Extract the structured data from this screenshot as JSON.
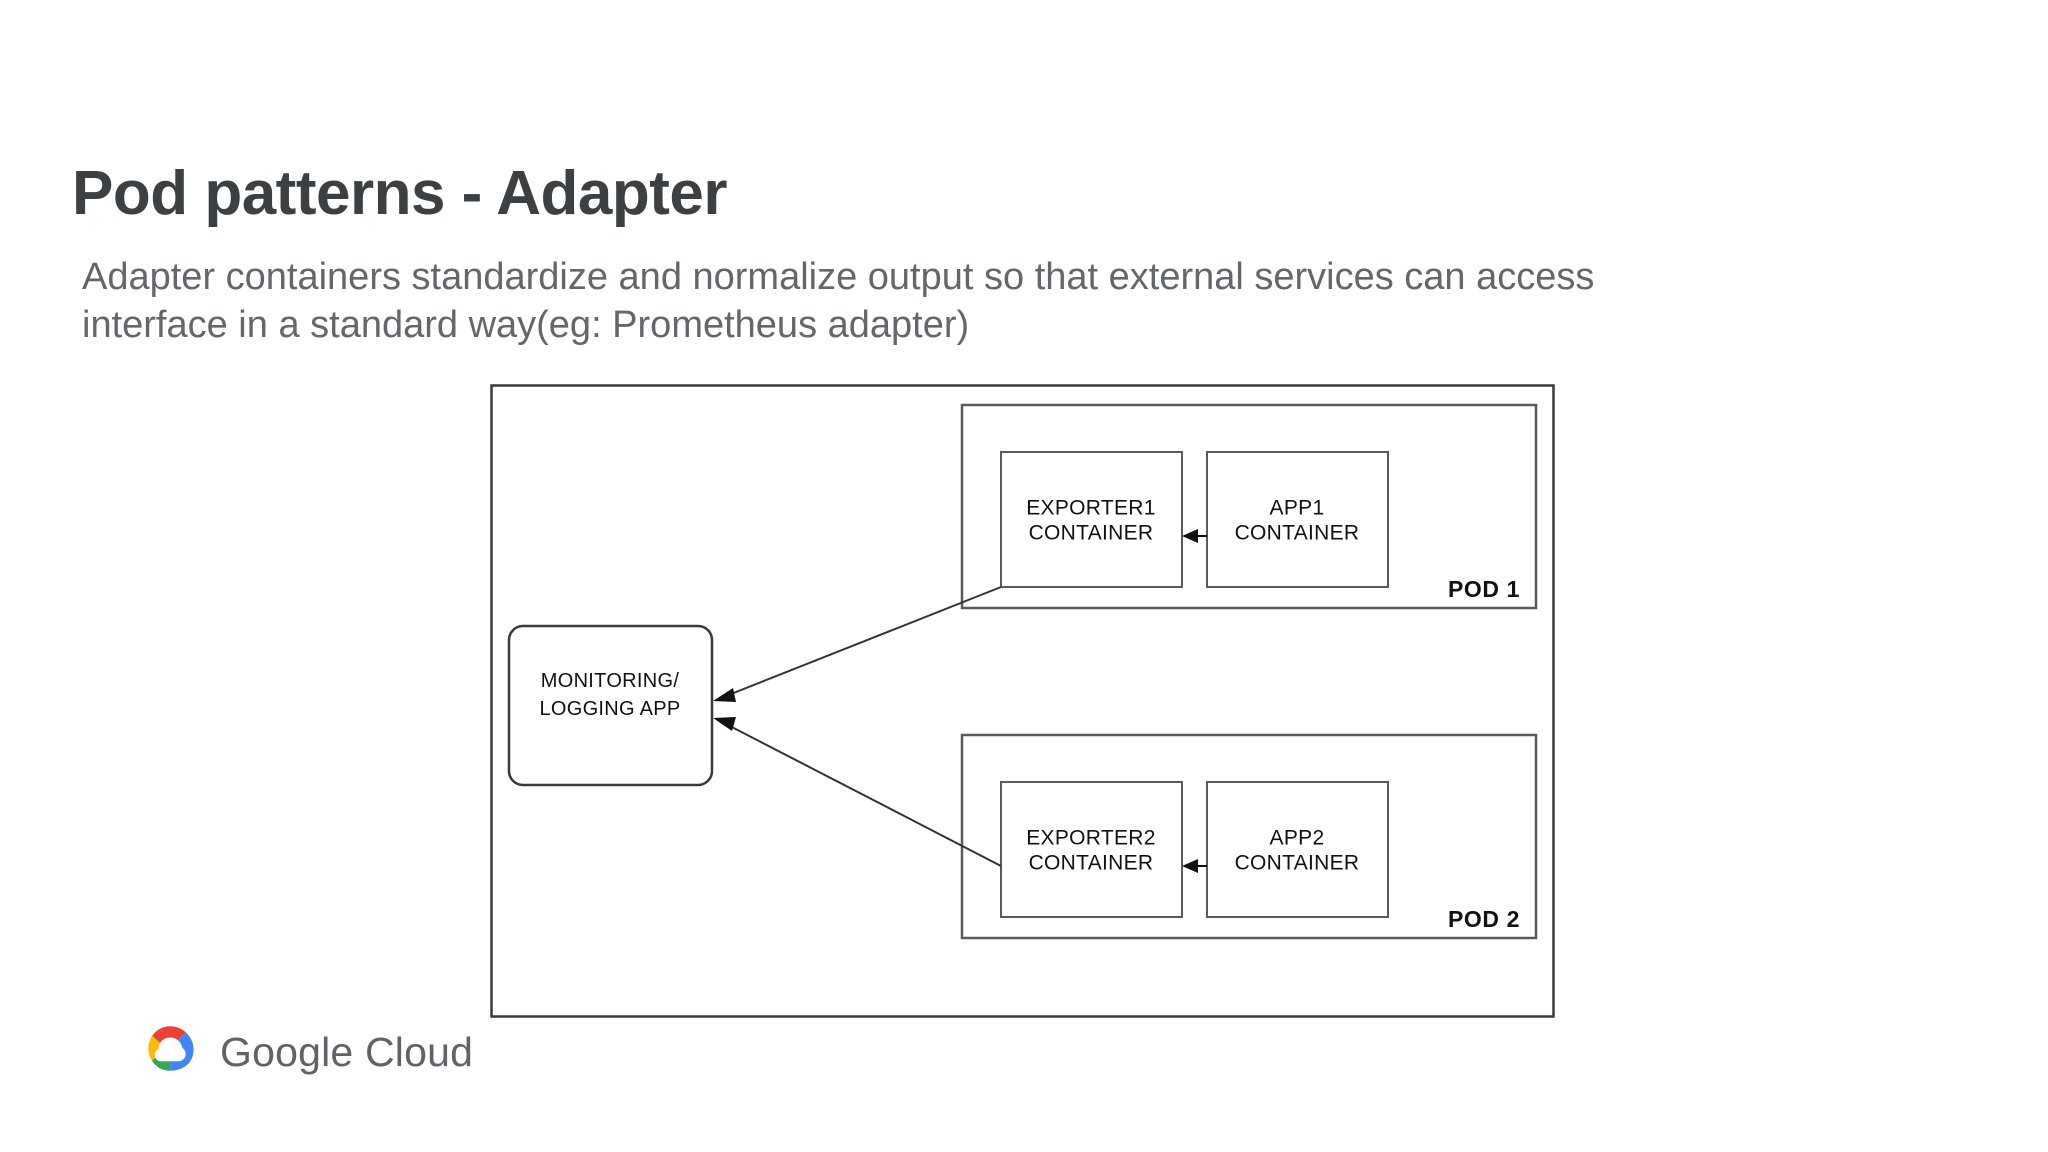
{
  "slide": {
    "title": "Pod patterns - Adapter",
    "subtitle_line1": "Adapter containers standardize and normalize output so that external services can access",
    "subtitle_line2": "interface in a standard way(eg: Prometheus adapter)",
    "title_color": "#3c4043",
    "subtitle_color": "#63666a",
    "background_color": "#ffffff"
  },
  "diagram": {
    "monitoring_box": {
      "line1": "MONITORING/",
      "line2": "LOGGING APP"
    },
    "pods": [
      {
        "label": "POD 1",
        "exporter": {
          "line1": "EXPORTER1",
          "line2": "CONTAINER"
        },
        "app": {
          "line1": "APP1",
          "line2": "CONTAINER"
        }
      },
      {
        "label": "POD 2",
        "exporter": {
          "line1": "EXPORTER2",
          "line2": "CONTAINER"
        },
        "app": {
          "line1": "APP2",
          "line2": "CONTAINER"
        }
      }
    ],
    "stroke_color": "#3a3a3a",
    "fill_color": "#ffffff"
  },
  "footer": {
    "logo_text": "Google Cloud",
    "logo_colors": {
      "red": "#EA4335",
      "blue": "#4285F4",
      "yellow": "#FBBC05",
      "green": "#34A853",
      "text": "#5f6368"
    }
  }
}
